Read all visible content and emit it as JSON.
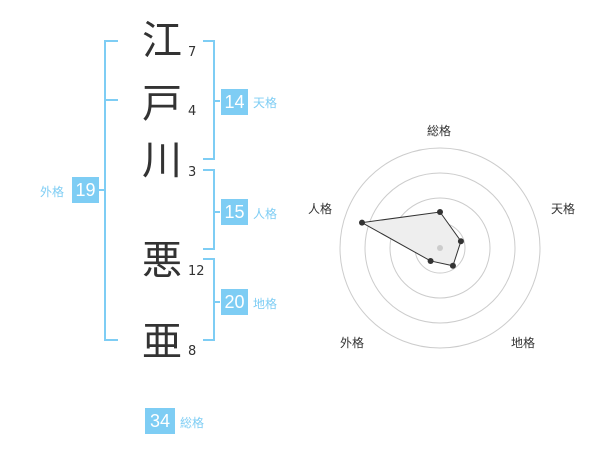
{
  "characters": [
    {
      "char": "江",
      "strokes": "7"
    },
    {
      "char": "戸",
      "strokes": "4"
    },
    {
      "char": "川",
      "strokes": "3"
    },
    {
      "char": "悪",
      "strokes": "12"
    },
    {
      "char": "亜",
      "strokes": "8"
    }
  ],
  "scores": {
    "tenkaku": {
      "value": "14",
      "label": "天格"
    },
    "jinkaku": {
      "value": "15",
      "label": "人格"
    },
    "chikaku": {
      "value": "20",
      "label": "地格"
    },
    "gaikaku": {
      "value": "19",
      "label": "外格"
    },
    "soukaku": {
      "value": "34",
      "label": "総格"
    }
  },
  "chart_data": {
    "type": "radar",
    "axes": [
      "総格",
      "天格",
      "地格",
      "外格",
      "人格"
    ],
    "values": [
      0.36,
      0.22,
      0.22,
      0.16,
      0.82
    ],
    "max": 1,
    "rings": 4
  },
  "colors": {
    "accent": "#7ecdf4",
    "polygon_fill": "#eeeeee",
    "ring": "#cccccc",
    "point": "#333333"
  }
}
